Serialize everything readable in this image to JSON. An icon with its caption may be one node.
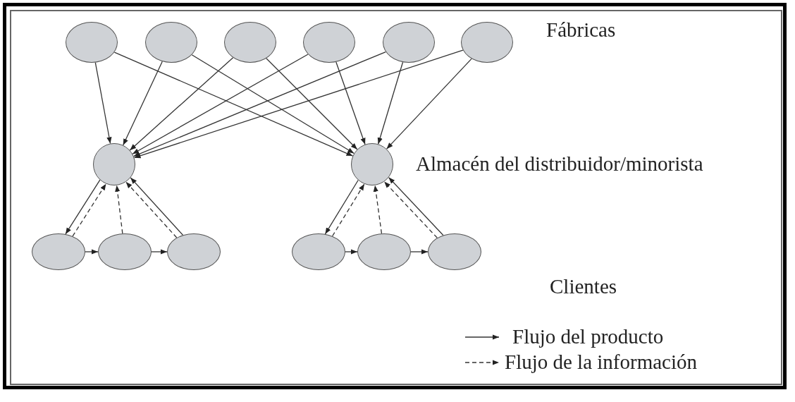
{
  "diagram": {
    "nodes": [
      {
        "text": [],
        "shape": "ellipse"
      },
      {
        "text": [],
        "shape": "ellipse"
      },
      {
        "text": [],
        "shape": "ellipse"
      },
      {
        "text": [],
        "shape": "ellipse"
      },
      {
        "text": [],
        "shape": "ellipse"
      },
      {
        "text": [],
        "shape": "ellipse"
      },
      {
        "text": [],
        "shape": "circle"
      },
      {
        "text": [],
        "shape": "circle"
      },
      {
        "text": [],
        "shape": "ellipse"
      },
      {
        "text": [],
        "shape": "ellipse"
      },
      {
        "text": [],
        "shape": "ellipse"
      },
      {
        "text": [],
        "shape": "ellipse"
      },
      {
        "text": [],
        "shape": "ellipse"
      },
      {
        "text": [],
        "shape": "ellipse"
      }
    ],
    "edges": [
      {
        "from": 0,
        "to": 6,
        "arrow": "to"
      },
      {
        "from": 0,
        "to": 7,
        "arrow": "to"
      },
      {
        "from": 1,
        "to": 6,
        "arrow": "to"
      },
      {
        "from": 1,
        "to": 7,
        "arrow": "to"
      },
      {
        "from": 2,
        "to": 6,
        "arrow": "to"
      },
      {
        "from": 2,
        "to": 7,
        "arrow": "to"
      },
      {
        "from": 3,
        "to": 6,
        "arrow": "to"
      },
      {
        "from": 3,
        "to": 7,
        "arrow": "to"
      },
      {
        "from": 4,
        "to": 6,
        "arrow": "to"
      },
      {
        "from": 4,
        "to": 7,
        "arrow": "to"
      },
      {
        "from": 5,
        "to": 6,
        "arrow": "to"
      },
      {
        "from": 5,
        "to": 7,
        "arrow": "to"
      },
      {
        "from": 6,
        "to": 8,
        "arrow": "to"
      },
      {
        "from": 8,
        "to": 6,
        "arrow": "to",
        "style": "dashed"
      },
      {
        "from": 9,
        "to": 6,
        "arrow": "to",
        "style": "dashed"
      },
      {
        "from": 10,
        "to": 6,
        "arrow": "to",
        "style": "dashed"
      },
      {
        "from": 10,
        "to": 6,
        "arrow": "to"
      },
      {
        "from": 8,
        "to": 9,
        "arrow": "to"
      },
      {
        "from": 9,
        "to": 10,
        "arrow": "to"
      },
      {
        "from": 7,
        "to": 11,
        "arrow": "to"
      },
      {
        "from": 11,
        "to": 7,
        "arrow": "to",
        "style": "dashed"
      },
      {
        "from": 12,
        "to": 7,
        "arrow": "to",
        "style": "dashed"
      },
      {
        "from": 13,
        "to": 7,
        "arrow": "to",
        "style": "dashed"
      },
      {
        "from": 13,
        "to": 7,
        "arrow": "to"
      },
      {
        "from": 11,
        "to": 12,
        "arrow": "to"
      },
      {
        "from": 12,
        "to": 13,
        "arrow": "to"
      }
    ],
    "labels": [
      "Fábricas",
      "Almacén del distribuidor/minorista",
      "Clientes"
    ],
    "legend": [
      {
        "text": "Flujo del producto"
      },
      {
        "text": "Flujo de la información"
      }
    ]
  }
}
